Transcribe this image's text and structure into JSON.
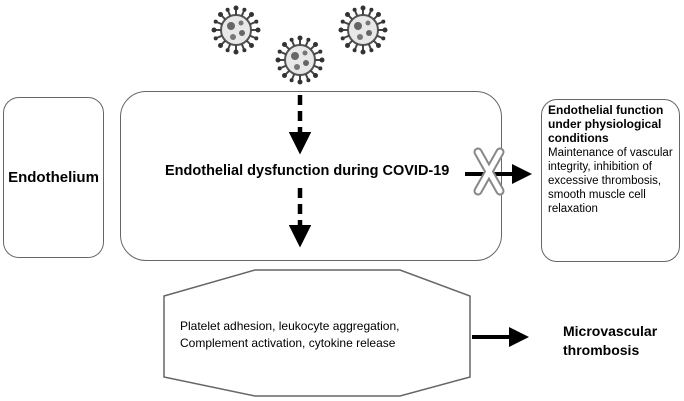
{
  "diagram": {
    "endothelium_label": "Endothelium",
    "dysfunction_title": "Endothelial dysfunction during COVID-19",
    "function_box": {
      "title": "Endothelial function under physiological conditions",
      "body": "Maintenance of vascular integrity, inhibition of excessive thrombosis, smooth muscle cell relaxation"
    },
    "process_lines": [
      "Platelet adhesion, leukocyte aggregation,",
      "Complement activation, cytokine release"
    ],
    "outcome_lines": [
      "Microvascular",
      "thrombosis"
    ],
    "icons": [
      "virus-icon",
      "virus-icon",
      "virus-icon",
      "blocked-cross-icon"
    ]
  }
}
